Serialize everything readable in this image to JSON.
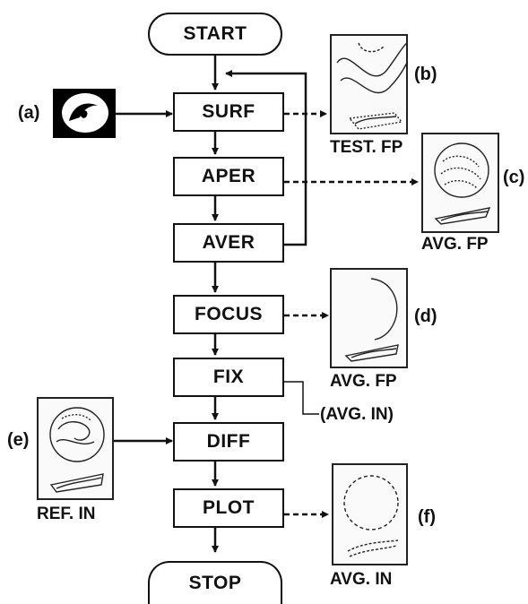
{
  "nodes": {
    "start": "START",
    "surf": "SURF",
    "aper": "APER",
    "aver": "AVER",
    "focus": "FOCUS",
    "fix": "FIX",
    "diff": "DIFF",
    "plot": "PLOT",
    "stop": "STOP"
  },
  "labels": {
    "a": "(a)",
    "b": "(b)",
    "c": "(c)",
    "d": "(d)",
    "e": "(e)",
    "f": "(f)"
  },
  "captions": {
    "b": "TEST. FP",
    "c": "AVG. FP",
    "d": "AVG. FP",
    "e": "REF. IN",
    "f": "AVG. IN"
  },
  "fix_output": "(AVG. IN)"
}
